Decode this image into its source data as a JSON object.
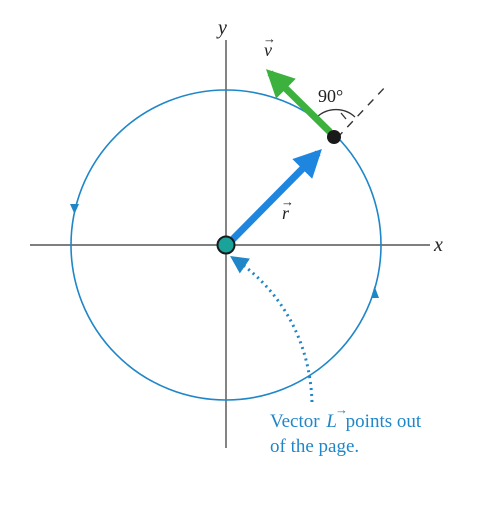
{
  "axes": {
    "x_label": "x",
    "y_label": "y"
  },
  "vectors": {
    "r_label": "r",
    "v_label": "v",
    "L_label": "L",
    "angle_label": "90°"
  },
  "note": {
    "line1_prefix": "Vector",
    "line1_suffix": "points out",
    "line2": "of the page."
  },
  "colors": {
    "circle": "#1f86c8",
    "r_vector": "#1f86e0",
    "v_vector": "#3db13d",
    "L_marker": "#1aa39a",
    "note_text": "#1f86c8",
    "axes": "#333333"
  }
}
